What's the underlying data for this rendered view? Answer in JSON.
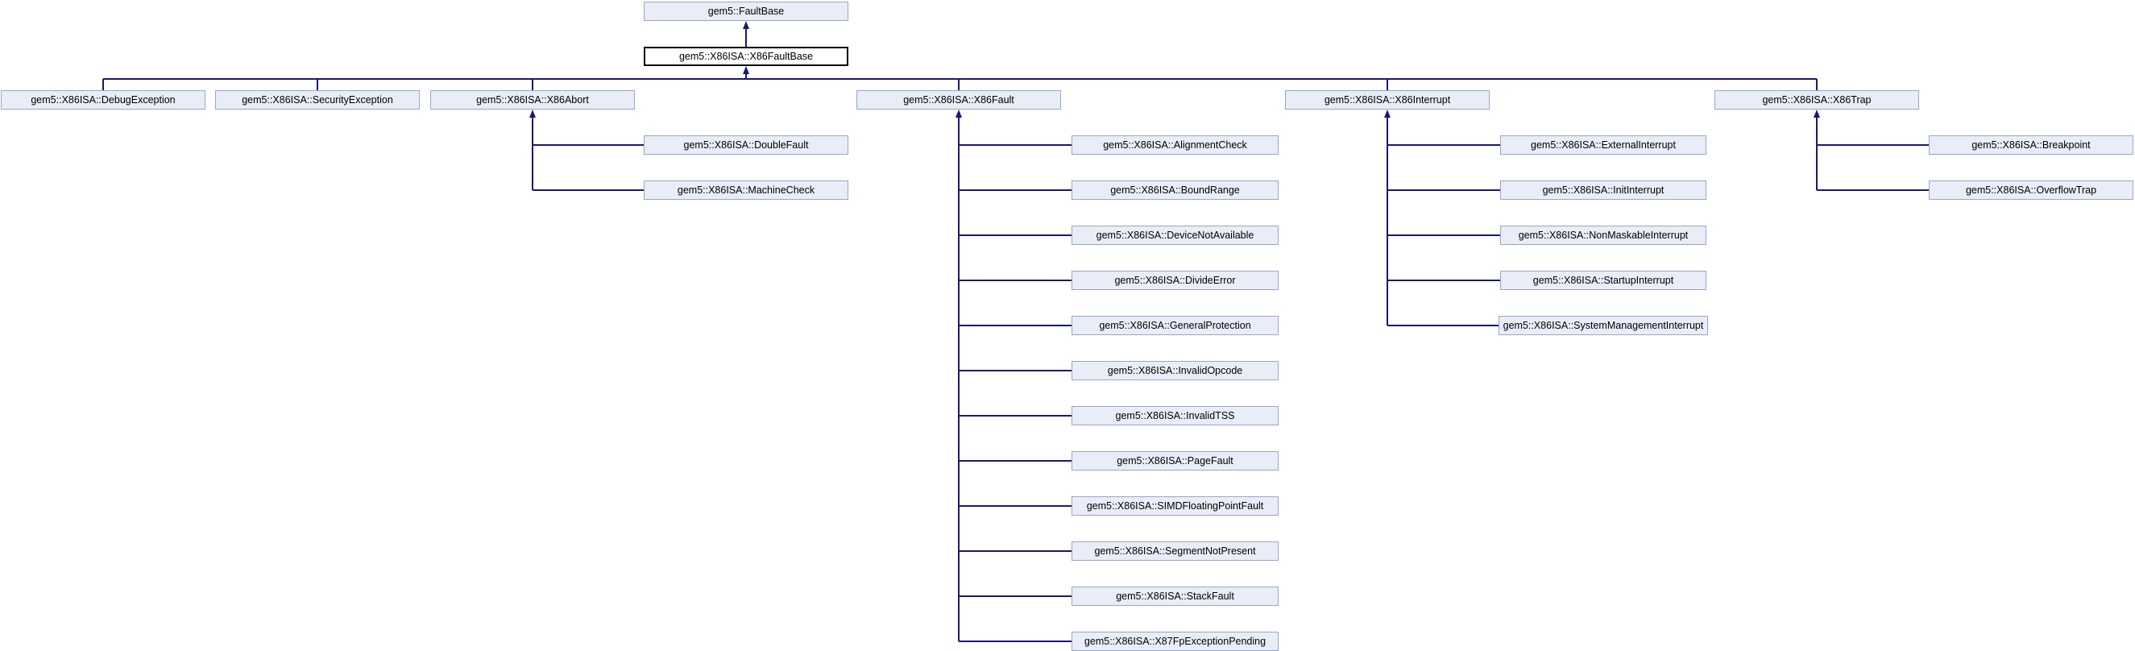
{
  "colors": {
    "background": "#ffffff",
    "node_fill": "#e8edf7",
    "node_border": "#9aa6c8",
    "current_fill": "#ffffff",
    "current_border": "#000000",
    "edge": "#191970",
    "text": "#000000"
  },
  "graph": {
    "type": "inheritance-diagram",
    "root": {
      "label": "gem5::FaultBase"
    },
    "current": {
      "label": "gem5::X86ISA::X86FaultBase"
    },
    "branches": [
      {
        "label": "gem5::X86ISA::DebugException",
        "children": []
      },
      {
        "label": "gem5::X86ISA::SecurityException",
        "children": []
      },
      {
        "label": "gem5::X86ISA::X86Abort",
        "children": [
          {
            "label": "gem5::X86ISA::DoubleFault"
          },
          {
            "label": "gem5::X86ISA::MachineCheck"
          }
        ]
      },
      {
        "label": "gem5::X86ISA::X86Fault",
        "children": [
          {
            "label": "gem5::X86ISA::AlignmentCheck"
          },
          {
            "label": "gem5::X86ISA::BoundRange"
          },
          {
            "label": "gem5::X86ISA::DeviceNotAvailable"
          },
          {
            "label": "gem5::X86ISA::DivideError"
          },
          {
            "label": "gem5::X86ISA::GeneralProtection"
          },
          {
            "label": "gem5::X86ISA::InvalidOpcode"
          },
          {
            "label": "gem5::X86ISA::InvalidTSS"
          },
          {
            "label": "gem5::X86ISA::PageFault"
          },
          {
            "label": "gem5::X86ISA::SIMDFloatingPointFault"
          },
          {
            "label": "gem5::X86ISA::SegmentNotPresent"
          },
          {
            "label": "gem5::X86ISA::StackFault"
          },
          {
            "label": "gem5::X86ISA::X87FpExceptionPending"
          }
        ]
      },
      {
        "label": "gem5::X86ISA::X86Interrupt",
        "children": [
          {
            "label": "gem5::X86ISA::ExternalInterrupt"
          },
          {
            "label": "gem5::X86ISA::InitInterrupt"
          },
          {
            "label": "gem5::X86ISA::NonMaskableInterrupt"
          },
          {
            "label": "gem5::X86ISA::StartupInterrupt"
          },
          {
            "label": "gem5::X86ISA::SystemManagementInterrupt"
          }
        ]
      },
      {
        "label": "gem5::X86ISA::X86Trap",
        "children": [
          {
            "label": "gem5::X86ISA::Breakpoint"
          },
          {
            "label": "gem5::X86ISA::OverflowTrap"
          }
        ]
      }
    ]
  }
}
